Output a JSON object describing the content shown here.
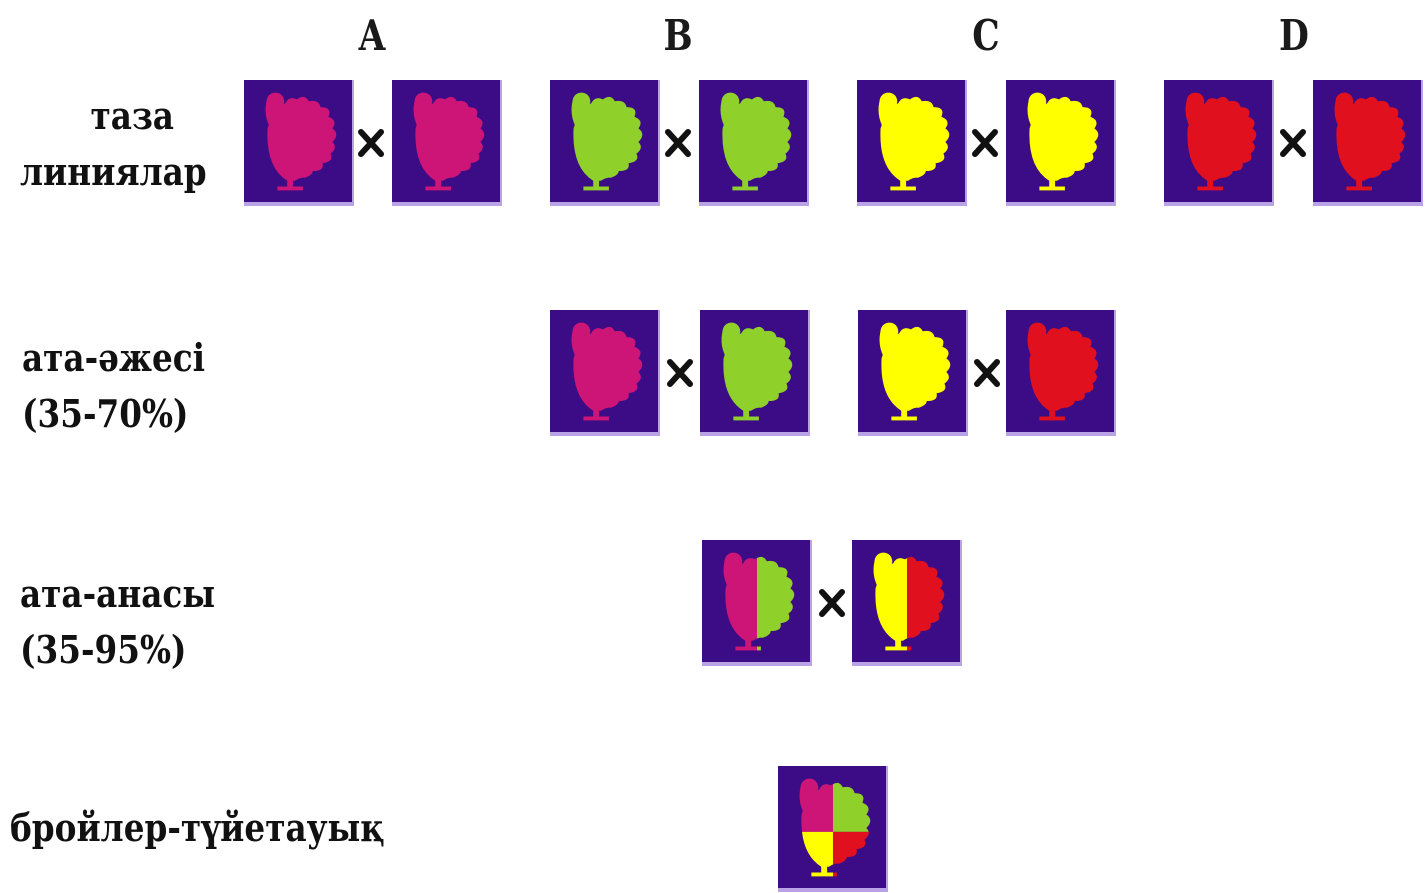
{
  "columns": [
    "A",
    "B",
    "C",
    "D"
  ],
  "rows": {
    "pure_lines": {
      "line1": "таза",
      "line2": "линиялар"
    },
    "grandparents": {
      "line1": "ата-әжесі",
      "line2": "(35-70%)"
    },
    "parents": {
      "line1": "ата-анасы",
      "line2": "(35-95%)"
    },
    "broiler": {
      "line1": "бройлер-түйетауық"
    }
  },
  "colors": {
    "tile_background": "#3c0c86",
    "tile_border": "#b9a2e6",
    "line_A": "#cc1577",
    "line_B": "#8fd12a",
    "line_C": "#ffff00",
    "line_D": "#e0101e",
    "cross": "#111111"
  },
  "icons": {
    "bird": "turkey-icon",
    "cross": "cross-icon"
  }
}
